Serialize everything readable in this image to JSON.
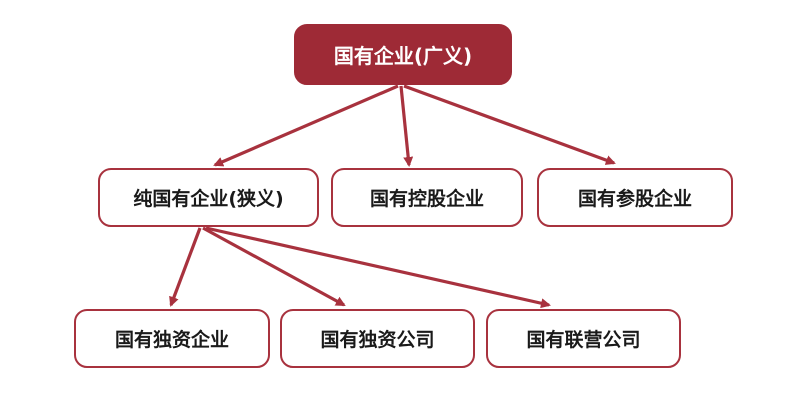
{
  "colors": {
    "accent": "#9e2a36",
    "arrow": "#a8323e",
    "text": "#1a1a1a",
    "background": "#ffffff"
  },
  "nodes": {
    "root": "国有企业(广义)",
    "pure": "纯国有企业(狭义)",
    "holding": "国有控股企业",
    "shareholding": "国有参股企业",
    "sole_enterprise": "国有独资企业",
    "sole_company": "国有独资公司",
    "joint_company": "国有联营公司"
  }
}
